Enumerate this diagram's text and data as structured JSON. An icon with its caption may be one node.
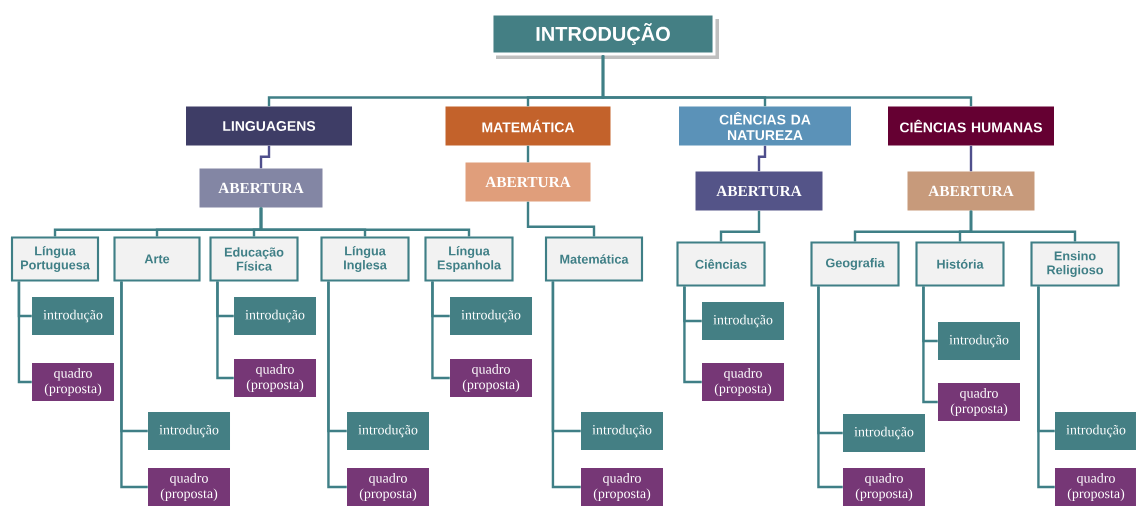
{
  "diagram": {
    "nodes": [
      {
        "text": [
          "INTRODUÇÃO"
        ]
      },
      {
        "text": [
          "LINGUAGENS"
        ]
      },
      {
        "text": [
          "MATEMÁTICA"
        ]
      },
      {
        "text": [
          "CIÊNCIAS DA NATUREZA"
        ]
      },
      {
        "text": [
          "CIÊNCIAS HUMANAS"
        ]
      },
      {
        "text": [
          "ABERTURA"
        ]
      },
      {
        "text": [
          "ABERTURA"
        ]
      },
      {
        "text": [
          "ABERTURA"
        ]
      },
      {
        "text": [
          "ABERTURA"
        ]
      },
      {
        "text": [
          "Língua Portuguesa"
        ]
      },
      {
        "text": [
          "Arte"
        ]
      },
      {
        "text": [
          "Educação Física"
        ]
      },
      {
        "text": [
          "Língua Inglesa"
        ]
      },
      {
        "text": [
          "Língua Espanhola"
        ]
      },
      {
        "text": [
          "Matemática"
        ]
      },
      {
        "text": [
          "Ciências"
        ]
      },
      {
        "text": [
          "Geografia"
        ]
      },
      {
        "text": [
          "História"
        ]
      },
      {
        "text": [
          "Ensino Religioso"
        ]
      },
      {
        "text": [
          "introdução"
        ]
      },
      {
        "text": [
          "quadro (proposta)"
        ]
      },
      {
        "text": [
          "introdução"
        ]
      },
      {
        "text": [
          "quadro (proposta)"
        ]
      },
      {
        "text": [
          "introdução"
        ]
      },
      {
        "text": [
          "quadro (proposta)"
        ]
      },
      {
        "text": [
          "introdução"
        ]
      },
      {
        "text": [
          "quadro (proposta)"
        ]
      },
      {
        "text": [
          "introdução"
        ]
      },
      {
        "text": [
          "quadro (proposta)"
        ]
      },
      {
        "text": [
          "introdução"
        ]
      },
      {
        "text": [
          "quadro (proposta)"
        ]
      },
      {
        "text": [
          "introdução"
        ]
      },
      {
        "text": [
          "quadro (proposta)"
        ]
      },
      {
        "text": [
          "introdução"
        ]
      },
      {
        "text": [
          "quadro (proposta)"
        ]
      },
      {
        "text": [
          "introdução"
        ]
      },
      {
        "text": [
          "quadro (proposta)"
        ]
      },
      {
        "text": [
          "introdução"
        ]
      },
      {
        "text": [
          "quadro (proposta)"
        ]
      }
    ],
    "edges": [
      {
        "from": 0,
        "to": 1,
        "arrow": "none"
      },
      {
        "from": 0,
        "to": 2,
        "arrow": "none"
      },
      {
        "from": 0,
        "to": 3,
        "arrow": "none"
      },
      {
        "from": 0,
        "to": 4,
        "arrow": "none"
      },
      {
        "from": 1,
        "to": 5,
        "arrow": "none",
        "color": "#4f4f8c"
      },
      {
        "from": 2,
        "to": 6,
        "arrow": "none"
      },
      {
        "from": 3,
        "to": 7,
        "arrow": "none",
        "color": "#4f4f8c"
      },
      {
        "from": 4,
        "to": 8,
        "arrow": "none",
        "color": "#4f4f8c"
      },
      {
        "from": 5,
        "to": 9,
        "arrow": "none"
      },
      {
        "from": 5,
        "to": 10,
        "arrow": "none"
      },
      {
        "from": 5,
        "to": 11,
        "arrow": "none"
      },
      {
        "from": 5,
        "to": 12,
        "arrow": "none"
      },
      {
        "from": 5,
        "to": 13,
        "arrow": "none"
      },
      {
        "from": 6,
        "to": 14,
        "arrow": "none"
      },
      {
        "from": 7,
        "to": 15,
        "arrow": "none"
      },
      {
        "from": 8,
        "to": 16,
        "arrow": "none"
      },
      {
        "from": 8,
        "to": 17,
        "arrow": "none"
      },
      {
        "from": 8,
        "to": 18,
        "arrow": "none"
      },
      {
        "from": 9,
        "to": 19,
        "arrow": "none"
      },
      {
        "from": 9,
        "to": 20,
        "arrow": "none"
      },
      {
        "from": 10,
        "to": 21,
        "arrow": "none"
      },
      {
        "from": 10,
        "to": 22,
        "arrow": "none"
      },
      {
        "from": 11,
        "to": 23,
        "arrow": "none"
      },
      {
        "from": 11,
        "to": 24,
        "arrow": "none"
      },
      {
        "from": 12,
        "to": 25,
        "arrow": "none"
      },
      {
        "from": 12,
        "to": 26,
        "arrow": "none"
      },
      {
        "from": 13,
        "to": 27,
        "arrow": "none"
      },
      {
        "from": 13,
        "to": 28,
        "arrow": "none"
      },
      {
        "from": 14,
        "to": 29,
        "arrow": "none"
      },
      {
        "from": 14,
        "to": 30,
        "arrow": "none"
      },
      {
        "from": 15,
        "to": 31,
        "arrow": "none"
      },
      {
        "from": 15,
        "to": 32,
        "arrow": "none"
      },
      {
        "from": 16,
        "to": 33,
        "arrow": "none"
      },
      {
        "from": 16,
        "to": 34,
        "arrow": "none"
      },
      {
        "from": 17,
        "to": 35,
        "arrow": "none"
      },
      {
        "from": 17,
        "to": 36,
        "arrow": "none"
      },
      {
        "from": 18,
        "to": 37,
        "arrow": "none"
      },
      {
        "from": 18,
        "to": 38,
        "arrow": "none"
      }
    ]
  }
}
